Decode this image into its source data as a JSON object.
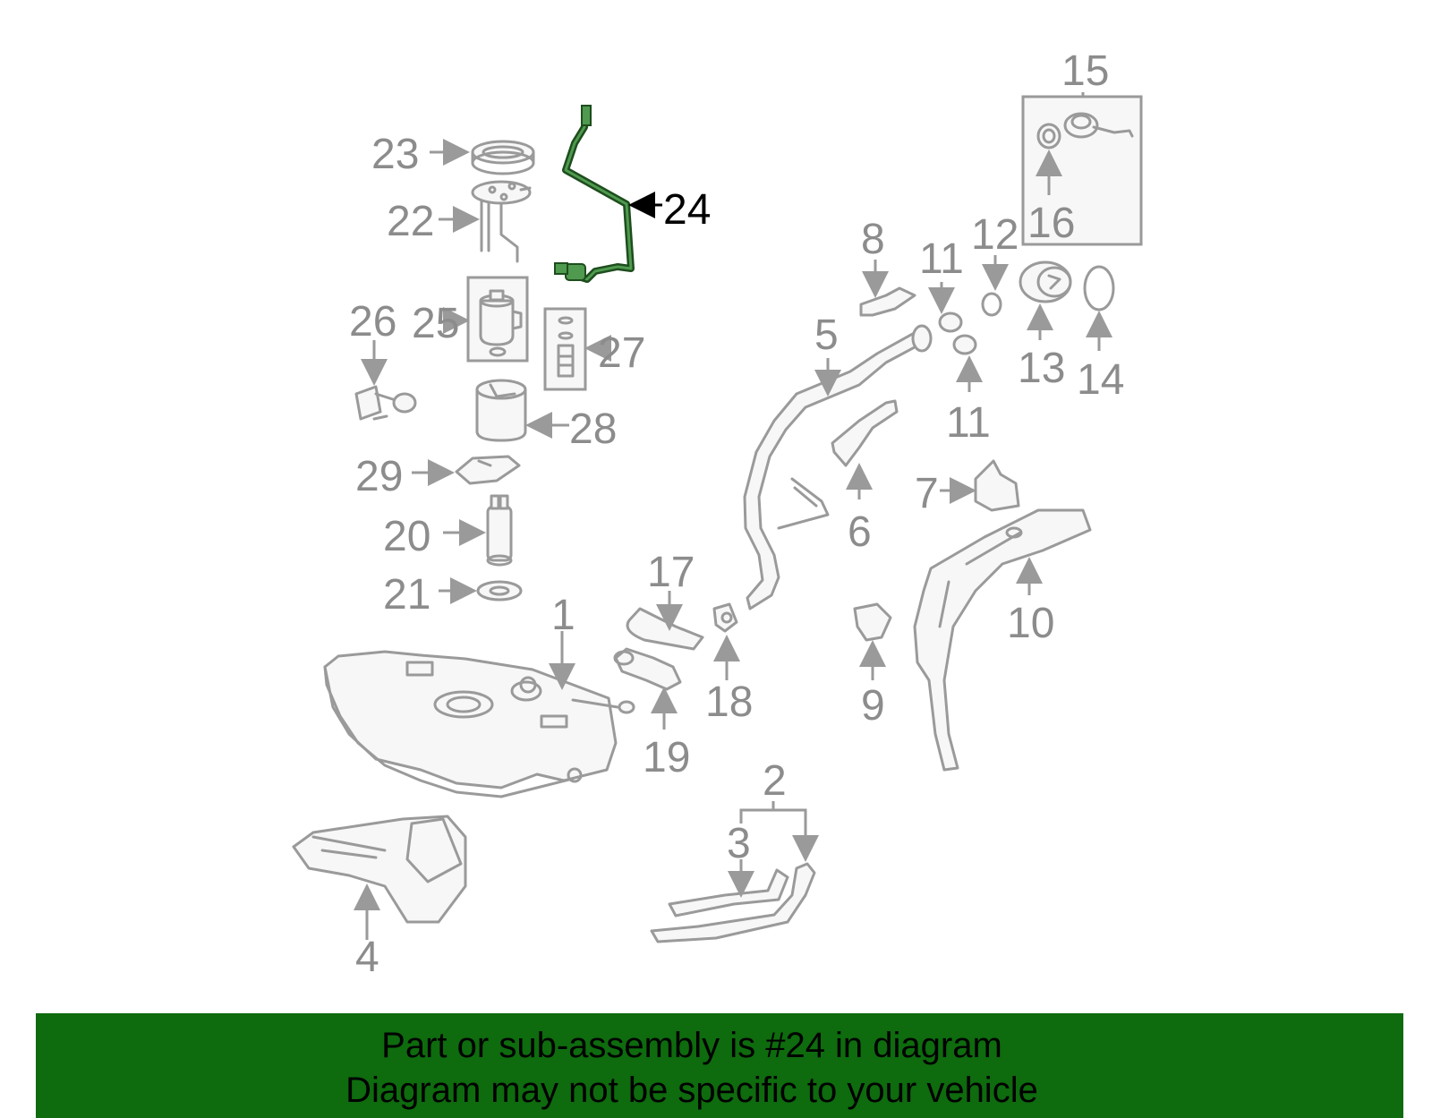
{
  "diagram": {
    "highlighted_part": "24",
    "colors": {
      "parts": "#9a9a9a",
      "highlight": "#000000",
      "banner": "#0e6b0e",
      "highlight_pipe": "#1e4d1e"
    },
    "callouts": [
      "1",
      "2",
      "3",
      "4",
      "5",
      "6",
      "7",
      "8",
      "9",
      "10",
      "11",
      "11",
      "12",
      "13",
      "14",
      "15",
      "16",
      "17",
      "18",
      "19",
      "20",
      "21",
      "22",
      "23",
      "24",
      "25",
      "26",
      "27",
      "28",
      "29"
    ]
  },
  "banner": {
    "line1": "Part or sub-assembly is #24 in diagram",
    "line2": "Diagram may not be specific to your vehicle"
  }
}
